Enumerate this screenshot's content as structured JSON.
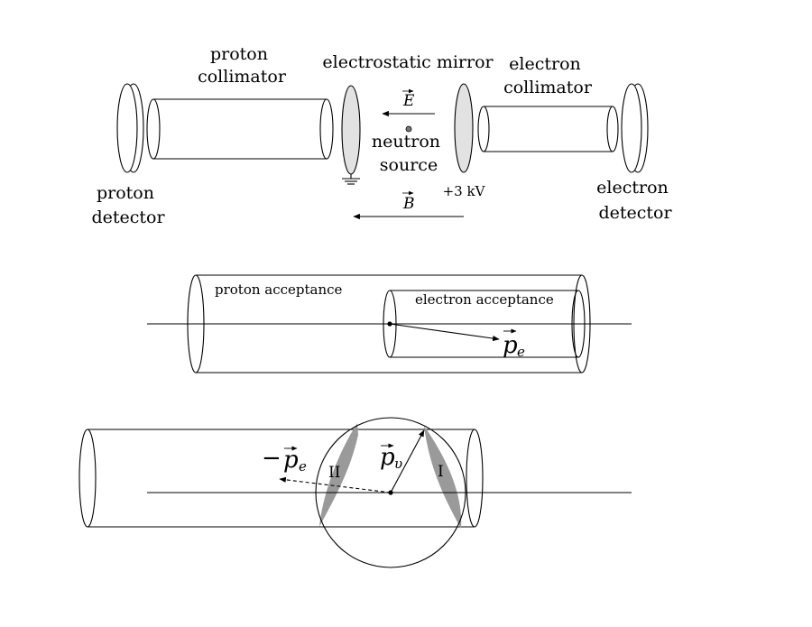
{
  "top": {
    "proton_collimator": [
      "proton",
      "collimator"
    ],
    "electrostatic_mirror": "electrostatic mirror",
    "electron_collimator": [
      "electron",
      "collimator"
    ],
    "proton_detector": [
      "proton",
      "detector"
    ],
    "electron_detector": [
      "electron",
      "detector"
    ],
    "neutron_source": [
      "neutron",
      "source"
    ],
    "voltage": "+3 kV",
    "e_field": "E",
    "b_field": "B"
  },
  "middle": {
    "proton_acceptance": "proton acceptance",
    "electron_acceptance": "electron acceptance",
    "pe_symbol": "p",
    "pe_subscript": "e"
  },
  "bottom": {
    "neg_pe_prefix": "−",
    "neg_pe_symbol": "p",
    "neg_pe_subscript": "e",
    "pv_symbol": "p",
    "pv_subscript": "υ",
    "region_2": "II",
    "region_1": "I"
  }
}
